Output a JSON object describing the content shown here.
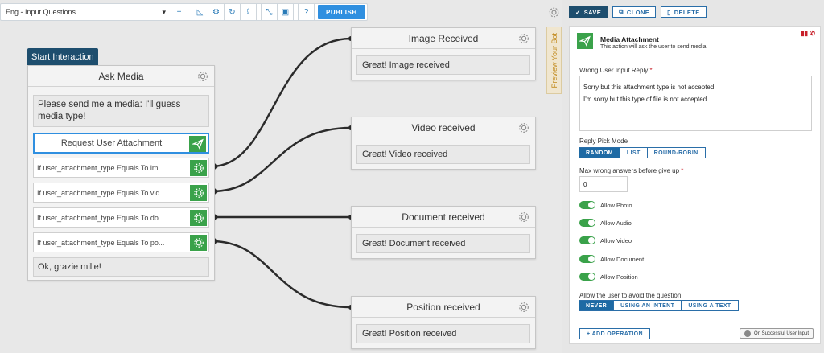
{
  "toolbar": {
    "flow_select": "Eng - Input Questions",
    "publish_label": "PUBLISH"
  },
  "start_tag": "Start Interaction",
  "ask_node": {
    "title": "Ask Media",
    "message": "Please send me a media: I'll guess media type!",
    "request_label": "Request User Attachment",
    "conditions": [
      "If user_attachment_type Equals To im...",
      "If user_attachment_type Equals To vid...",
      "If user_attachment_type Equals To do...",
      "If user_attachment_type Equals To po..."
    ],
    "final_message": "Ok, grazie mille!"
  },
  "target_nodes": [
    {
      "title": "Image Received",
      "message": "Great! Image received"
    },
    {
      "title": "Video received",
      "message": "Great! Video received"
    },
    {
      "title": "Document received",
      "message": "Great! Document received"
    },
    {
      "title": "Position received",
      "message": "Great! Position received"
    }
  ],
  "side_tab": "Preview Your Bot",
  "panel": {
    "save_label": "SAVE",
    "clone_label": "CLONE",
    "delete_label": "DELETE",
    "card_title": "Media Attachment",
    "card_desc": "This action will ask the user to send media",
    "wrong_reply_label": "Wrong User Input Reply",
    "wrong_reply_lines": [
      "Sorry but this attachment type is not accepted.",
      "I'm sorry but this type of file is not accepted."
    ],
    "pick_mode_label": "Reply Pick Mode",
    "pick_modes": [
      "RANDOM",
      "LIST",
      "ROUND-ROBIN"
    ],
    "max_wrong_label": "Max wrong answers before give up",
    "max_wrong_value": "0",
    "toggles": [
      "Allow Photo",
      "Allow Audio",
      "Allow Video",
      "Allow Document",
      "Allow Position"
    ],
    "avoid_label": "Allow the user to avoid the question",
    "avoid_modes": [
      "NEVER",
      "USING AN INTENT",
      "USING A TEXT"
    ],
    "add_operation_label": "+ ADD OPERATION",
    "success_label": "On Successful User Input"
  },
  "colors": {
    "accent": "#2f8fe0",
    "dark_blue": "#1e4e6e",
    "green": "#3aa24a",
    "preview_tab": "#c28b1e"
  }
}
